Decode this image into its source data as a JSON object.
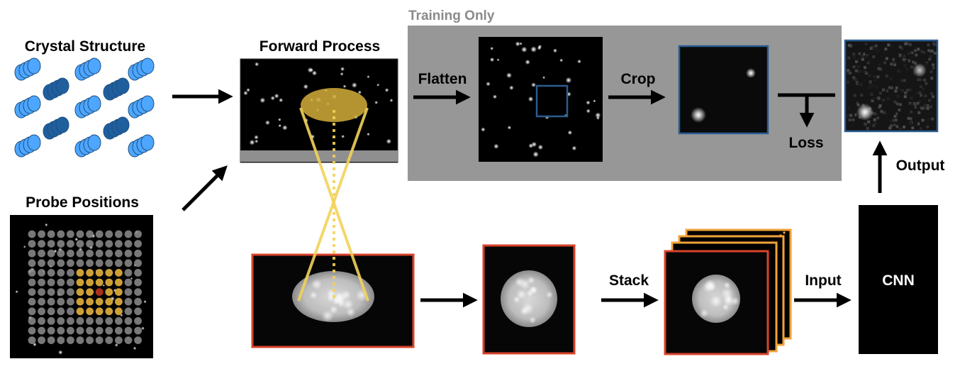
{
  "labels": {
    "crystal_structure": "Crystal Structure",
    "probe_positions": "Probe Positions",
    "forward_process": "Forward Process",
    "training_only": "Training Only",
    "flatten": "Flatten",
    "crop": "Crop",
    "loss": "Loss",
    "output": "Output",
    "stack": "Stack",
    "input": "Input",
    "cnn": "CNN"
  },
  "colors": {
    "training_panel": "#979797",
    "training_label": "#8a8a8a",
    "atom_light": "#4da6ff",
    "atom_dark": "#1f5f9e",
    "probe_beam": "#f2cf4a",
    "probe_grid_active": "#d8a93a",
    "probe_center": "#b0301e",
    "red_frame": "#d9432b",
    "blue_frame": "#2a5c8f",
    "orange_frame": "#f0a23a"
  },
  "icons": {
    "arrow": "right-arrow-icon",
    "atom": "atom-stack-icon"
  }
}
